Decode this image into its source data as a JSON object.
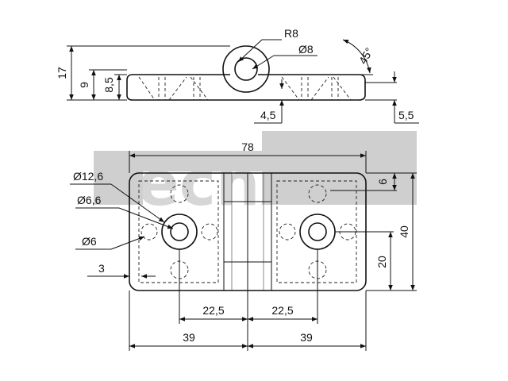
{
  "watermark": {
    "text": "TechXXL",
    "color": "#cfcfcf"
  },
  "side_view": {
    "radius_label": "R8",
    "pin_hole_label": "Ø8",
    "angle_label": "45°",
    "height_total_label": "17",
    "height_inner_label": "9",
    "leaf_thickness_label": "8,5",
    "offset_left_label": "4,5",
    "offset_right_label": "5,5"
  },
  "front_view": {
    "width_total_label": "78",
    "counterbore_label": "Ø12,6",
    "bore_label": "Ø6,6",
    "hole_label": "Ø6",
    "edge_offset_label": "3",
    "top_offset_label": "6",
    "height_label": "40",
    "center_height_label": "20",
    "half_width_left_label": "39",
    "half_width_right_label": "39",
    "hole_spacing_left_label": "22,5",
    "hole_spacing_right_label": "22,5"
  },
  "colors": {
    "line": "#111111",
    "watermark": "#cfcfcf",
    "background": "#ffffff"
  }
}
